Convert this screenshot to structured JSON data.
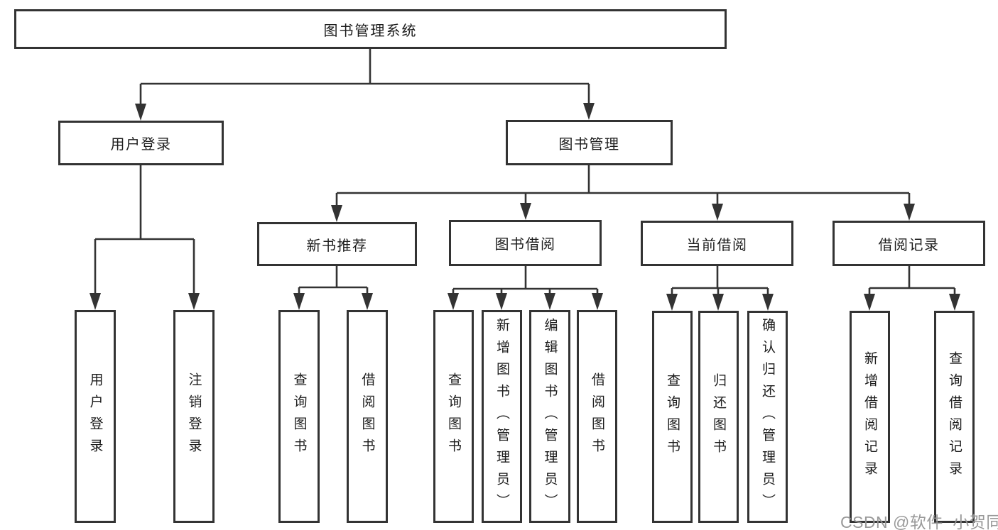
{
  "diagram": {
    "type": "hierarchy-tree",
    "orientation": "top-down",
    "colors": {
      "background": "#ffffff",
      "line": "#333333",
      "box_border": "#333333",
      "box_fill": "#ffffff",
      "text": "#1c1c1c",
      "watermark": "#949494"
    }
  },
  "tree": {
    "label": "图书管理系统",
    "children": [
      {
        "label": "用户登录",
        "children": [
          {
            "label": "用户登录"
          },
          {
            "label": "注销登录"
          }
        ]
      },
      {
        "label": "图书管理",
        "children": [
          {
            "label": "新书推荐",
            "children": [
              {
                "label": "查询图书"
              },
              {
                "label": "借阅图书"
              }
            ]
          },
          {
            "label": "图书借阅",
            "children": [
              {
                "label": "查询图书"
              },
              {
                "label": "新增图书（管理员）"
              },
              {
                "label": "编辑图书（管理员）"
              },
              {
                "label": "借阅图书"
              }
            ]
          },
          {
            "label": "当前借阅",
            "children": [
              {
                "label": "查询图书"
              },
              {
                "label": "归还图书"
              },
              {
                "label": "确认归还（管理员）"
              }
            ]
          },
          {
            "label": "借阅记录",
            "children": [
              {
                "label": "新增借阅记录"
              },
              {
                "label": "查询借阅记录"
              }
            ]
          }
        ]
      }
    ]
  },
  "watermark": {
    "text": "CSDN @软件_小贺同学"
  }
}
